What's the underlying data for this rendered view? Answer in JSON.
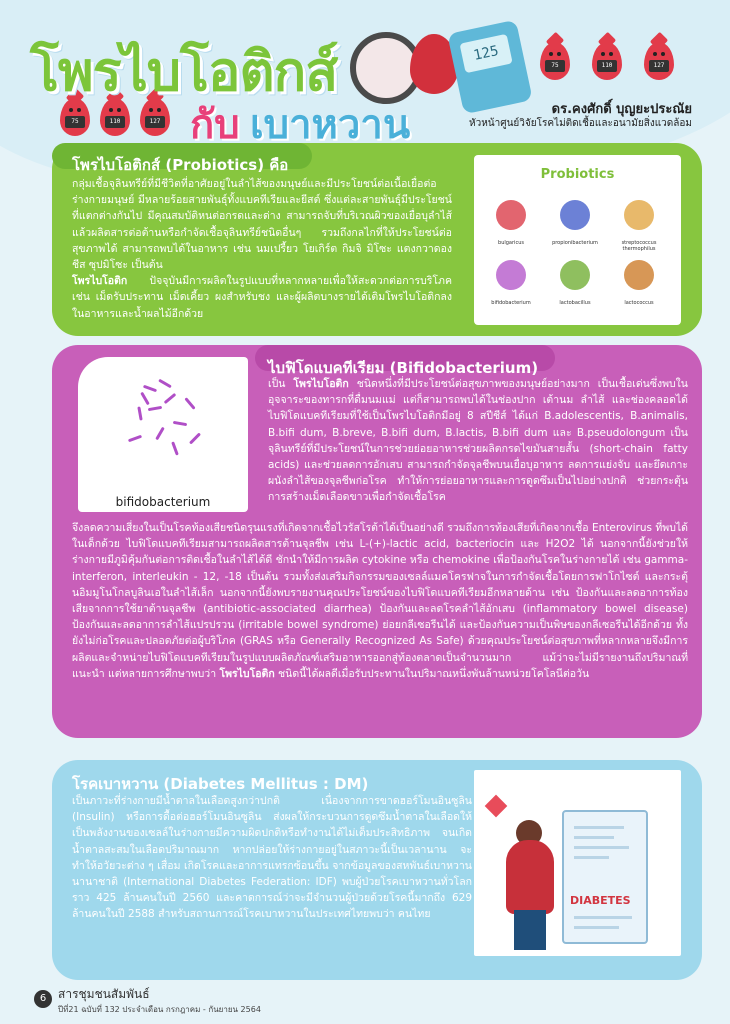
{
  "header": {
    "title": "โพรไบโอติกส์",
    "subtitle_part1": "กับ",
    "subtitle_part2": "เบาหวาน",
    "author_name": "ดร.คงศักดิ์ บุญยะประณัย",
    "author_position": "หัวหน้าศูนย์วิจัยโรคไม่ติดเชื้อและอนามัยสิ่งแวดล้อม",
    "meter_readings": [
      "75",
      "110",
      "127",
      "75",
      "110",
      "127"
    ],
    "glucometer_reading": "125"
  },
  "sections": {
    "probiotics": {
      "heading": "โพรไบโอติกส์ (Probiotics)  คือ",
      "paragraph": "กลุ่มเชื้อจุลินทรีย์ที่มีชีวิตที่อาศัยอยู่ในลำไส้ของมนุษย์และมีประโยชน์ต่อเนื้อเยื่อต่อร่างกายมนุษย์ มีหลายร้อยสายพันธุ์ทั้งแบคทีเรียและยีสต์ ซึ่งแต่ละสายพันธุ์มีประโยชน์ที่แตกต่างกันไป มีคุณสมบัติหนต่อกรดและด่าง สามารถจับที่บริเวณผิวของเยื่อบุลำไส้แล้วผลิตสารต่อต้านหรือกำจัดเชื้อจุลินทรีย์ชนิดอื่นๆ รวมถึงกลไกที่ให้ประโยชน์ต่อสุขภาพได้ สามารถพบได้ในอาหาร เช่น นมเปรี้ยว โยเกิร์ต กิมจิ มิโซะ แตงกวาดอง ชีส ซุปมิโซะ เป็นต้น",
      "paragraph2_bold": "โพรไบโอติก",
      "paragraph2": " ปัจจุบันมีการผลิตในรูปแบบที่หลากหลายเพื่อให้สะดวกต่อการบริโภค เช่น เม็ดรับประทาน เม็ดเคี้ยว ผงสำหรับชง และผู้ผลิตบางรายได้เติมโพรไบโอติกลงในอาหารและน้ำผลไม้อีกด้วย",
      "image": {
        "title": "Probiotics",
        "labels": [
          "bulgaricus",
          "propionibacterium",
          "streptococcus thermophilus",
          "bifidobacterium",
          "lactobacillus",
          "lactococcus"
        ],
        "colors": [
          "#d8323f",
          "#3b57c8",
          "#e0a23a",
          "#b04fc7",
          "#6aaa2a",
          "#c9741e"
        ]
      }
    },
    "bifido": {
      "heading": "ไบฟิโดแบคทีเรียม (Bifidobacterium)",
      "image_label": "bifidobacterium",
      "intro_prefix": "เป็น ",
      "intro_bold": "โพรไบโอติก",
      "intro_rest": " ชนิดหนึ่งที่มีประโยชน์ต่อสุขภาพของมนุษย์อย่างมาก เป็นเชื้อเด่นซึ่งพบในอุจจาระของทารกที่ดื่มนมแม่ แต่ก็สามารถพบได้ในช่องปาก เต้านม ลำไส้ และช่องคลอดได้ ไบฟิโดแบคทีเรียมที่ใช้เป็นโพรไบโอติกมีอยู่ 8 สปีชีส์ ได้แก่ B.adolescentis, B.animalis, B.bifi dum, B.breve, B.bifi dum, B.lactis, B.bifi dum และ B.pseudolongum เป็นจุลินทรีย์ที่มีประโยชน์ในการช่วยย่อยอาหารช่วยผลิตกรดไขมันสายสั้น (short-chain fatty acids) และช่วยลดการอักเสบ สามารถกำจัดจุลชีพบนเยื่อบุอาหาร ลดการแย่งจับ และยึดเกาะผนังลำไส้ของจุลชีพก่อโรค ทำให้การย่อยอาหารและการดูดซึมเป็นไปอย่างปกติ ช่วยกระตุ้นการสร้างเม็ดเลือดขาวเพื่อกำจัดเชื้อโรค",
      "paragraph_full_a": "จึงลดความเสี่ยงในเป็นโรคท้องเสียชนิดรุนแรงที่เกิดจากเชื้อไวรัสโรต้าได้เป็นอย่างดี รวมถึงการท้องเสียที่เกิดจากเชื้อ Enterovirus ที่พบได้ในเด็กด้วย ไบฟิโดแบคทีเรียมสามารถผลิตสารต้านจุลชีพ เช่น L-(+)-lactic acid, bacteriocin และ H2O2 ได้ นอกจากนี้ยังช่วยให้ร่างกายมีภูมิคุ้มกันต่อการติดเชื้อในลำไส้ได้ดี ชักนำให้มีการผลิต cytokine หรือ chemokine เพื่อป้องกันโรคในร่างกายได้ เช่น gamma-interferon, interleukin - 12, -18 เป็นต้น รวมทั้งส่งเสริมกิจกรรมของเซลล์แมคโครฟาจในการกำจัดเชื้อโดยการฟาโกไซต์ และกระตุ้นอิมมูโนโกลบูลินเอในลำไส้เล็ก นอกจากนี้ยังพบรายงานคุณประโยชน์ของไบฟิโดแบคทีเรียมอีกหลายด้าน เช่น ป้องกันและลดอาการท้องเสียจากการใช้ยาต้านจุลชีพ (antibiotic-associated diarrhea) ป้องกันและลดโรคลำไส้อักเสบ (inflammatory bowel disease) ป้องกันและลดอาการลำไส้แปรปรวน (irritable bowel syndrome) ย่อยกลีเซอรีนได้ และป้องกันความเป็นพิษของกลีเซอรีนได้อีกด้วย ทั้งยังไม่ก่อโรคและปลอดภัยต่อผู้บริโภค (GRAS หรือ Generally Recognized As Safe) ด้วยคุณประโยชน์ต่อสุขภาพที่หลากหลายจึงมีการผลิตและจำหน่ายไบฟิโดแบคทีเรียมในรูปแบบผลิตภัณฑ์เสริมอาหารออกสู่ท้องตลาดเป็นจำนวนมาก แม้ว่าจะไม่มีรายงานถึงปริมาณที่แนะนำ แต่หลายการศึกษาพบว่า ",
      "paragraph_full_bold": "โพรไบโอติก",
      "paragraph_full_b": " ชนิดนี้ได้ผลดีเมื่อรับประทานในปริมาณหนึ่งพันล้านหน่วยโคโลนีต่อวัน"
    },
    "diabetes": {
      "heading": "โรคเบาหวาน (Diabetes Mellitus : DM)",
      "paragraph": "เป็นภาวะที่ร่างกายมีน้ำตาลในเลือดสูงกว่าปกติ เนื่องจากการขาดฮอร์โมนอินซูลิน (Insulin) หรือการดื้อต่อฮอร์โมนอินซูลิน ส่งผลให้กระบวนการดูดซึมน้ำตาลในเลือดให้เป็นพลังงานของเซลล์ในร่างกายมีความผิดปกติหรือทำงานได้ไม่เต็มประสิทธิภาพ จนเกิดน้ำตาลสะสมในเลือดปริมาณมาก หากปล่อยให้ร่างกายอยู่ในสภาวะนี้เป็นเวลานาน จะทำให้อวัยวะต่าง ๆ เสื่อม เกิดโรคและอาการแทรกซ้อนขึ้น จากข้อมูลของสหพันธ์เบาหวานนานาชาติ (International Diabetes Federation: IDF) พบผู้ป่วยโรคเบาหวานทั่วโลกราว 425 ล้านคนในปี 2560 และคาดการณ์ว่าจะมีจำนวนผู้ป่วยด้วยโรคนี้มากถึง 629 ล้านคนในปี 2588 สำหรับสถานการณ์โรคเบาหวานในประเทศไทยพบว่า คนไทย",
      "image_text": "DIABETES"
    }
  },
  "footer": {
    "page_number": "6",
    "publication": "สารชุมชนสัมพันธ์",
    "issue": "ปีที่21 ฉบับที่ 132 ประจำเดือน กรกฎาคม - กันยายน 2564"
  }
}
